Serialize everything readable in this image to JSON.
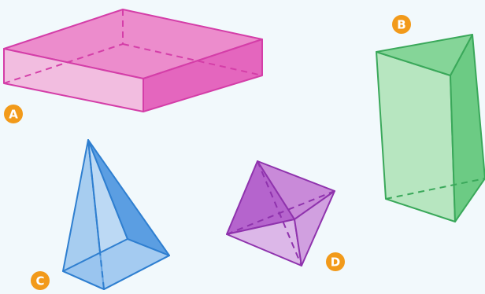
{
  "background_color": "#f2f9fc",
  "badge_color": "#f29a1a",
  "shapes": [
    {
      "name": "rectangular-prism",
      "label": "A",
      "color": "#e055b5"
    },
    {
      "name": "triangular-prism",
      "label": "B",
      "color": "#4dba6a"
    },
    {
      "name": "square-pyramid",
      "label": "C",
      "color": "#3b86d6"
    },
    {
      "name": "octahedron",
      "label": "D",
      "color": "#9b3fb5"
    }
  ]
}
